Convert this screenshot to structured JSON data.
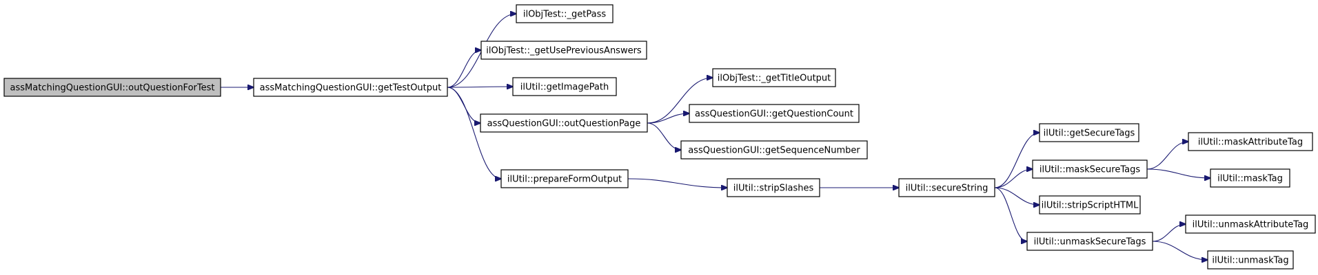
{
  "diagram": {
    "edge_color": "#191970",
    "node_fill": "#ffffff",
    "root_fill": "#bfbfbf",
    "nodes": [
      {
        "id": "n0",
        "label": "assMatchingQuestionGUI::outQuestionForTest",
        "root": true
      },
      {
        "id": "n1",
        "label": "assMatchingQuestionGUI::getTestOutput"
      },
      {
        "id": "n2",
        "label": "ilObjTest::_getPass"
      },
      {
        "id": "n3",
        "label": "ilObjTest::_getUsePreviousAnswers"
      },
      {
        "id": "n4",
        "label": "ilUtil::getImagePath"
      },
      {
        "id": "n5",
        "label": "assQuestionGUI::outQuestionPage"
      },
      {
        "id": "n6",
        "label": "ilUtil::prepareFormOutput"
      },
      {
        "id": "n7",
        "label": "ilObjTest::_getTitleOutput"
      },
      {
        "id": "n8",
        "label": "assQuestionGUI::getQuestionCount"
      },
      {
        "id": "n9",
        "label": "assQuestionGUI::getSequenceNumber"
      },
      {
        "id": "n10",
        "label": "ilUtil::stripSlashes"
      },
      {
        "id": "n11",
        "label": "ilUtil::secureString"
      },
      {
        "id": "n12",
        "label": "ilUtil::getSecureTags"
      },
      {
        "id": "n13",
        "label": "ilUtil::maskSecureTags"
      },
      {
        "id": "n14",
        "label": "ilUtil::stripScriptHTML"
      },
      {
        "id": "n15",
        "label": "ilUtil::unmaskSecureTags"
      },
      {
        "id": "n16",
        "label": "ilUtil::maskAttributeTag"
      },
      {
        "id": "n17",
        "label": "ilUtil::maskTag"
      },
      {
        "id": "n18",
        "label": "ilUtil::unmaskAttributeTag"
      },
      {
        "id": "n19",
        "label": "ilUtil::unmaskTag"
      }
    ],
    "edges": [
      {
        "from": "n0",
        "to": "n1"
      },
      {
        "from": "n1",
        "to": "n2"
      },
      {
        "from": "n1",
        "to": "n3"
      },
      {
        "from": "n1",
        "to": "n4"
      },
      {
        "from": "n1",
        "to": "n5"
      },
      {
        "from": "n1",
        "to": "n6"
      },
      {
        "from": "n5",
        "to": "n7"
      },
      {
        "from": "n5",
        "to": "n8"
      },
      {
        "from": "n5",
        "to": "n9"
      },
      {
        "from": "n6",
        "to": "n10"
      },
      {
        "from": "n10",
        "to": "n11"
      },
      {
        "from": "n11",
        "to": "n12"
      },
      {
        "from": "n11",
        "to": "n13"
      },
      {
        "from": "n11",
        "to": "n14"
      },
      {
        "from": "n11",
        "to": "n15"
      },
      {
        "from": "n13",
        "to": "n16"
      },
      {
        "from": "n13",
        "to": "n17"
      },
      {
        "from": "n15",
        "to": "n18"
      },
      {
        "from": "n15",
        "to": "n19"
      }
    ]
  }
}
